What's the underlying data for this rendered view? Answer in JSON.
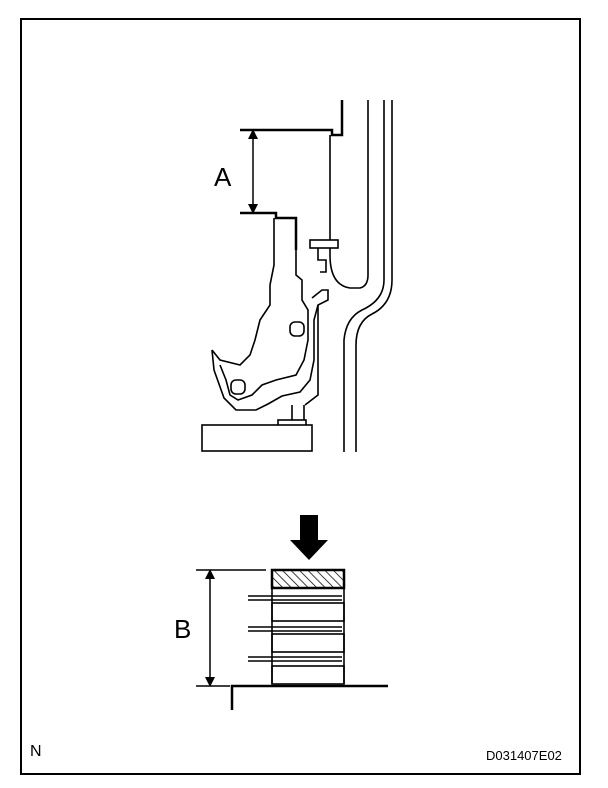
{
  "labels": {
    "dim_a": "A",
    "dim_b": "B",
    "corner_mark": "N",
    "figure_code": "D031407E02"
  }
}
